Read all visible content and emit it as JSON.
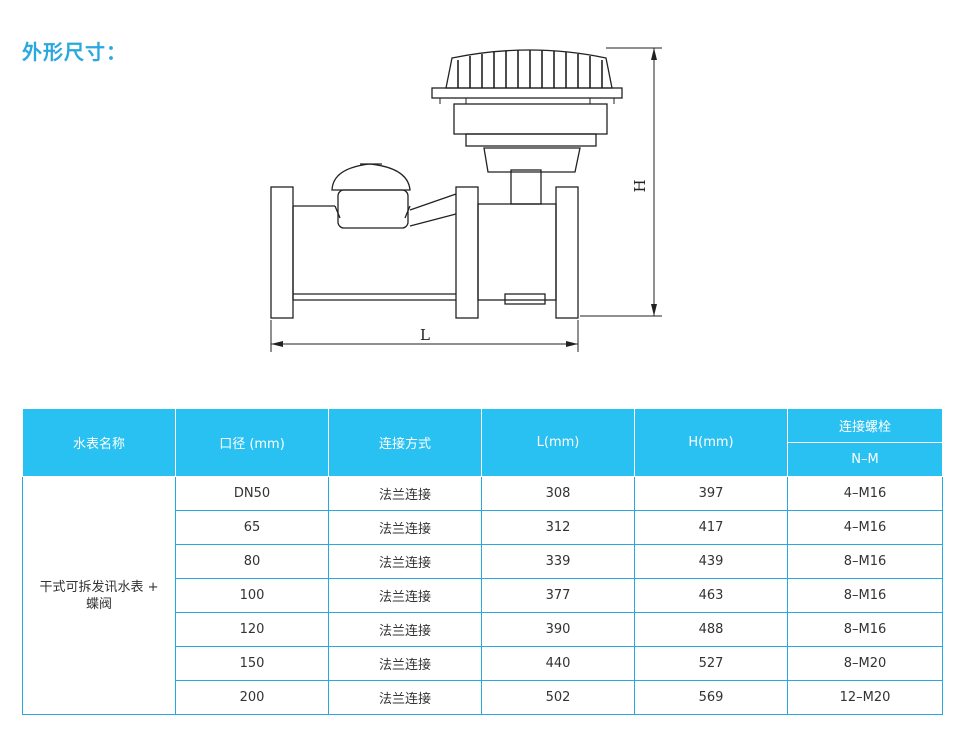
{
  "heading": "外形尺寸：",
  "drawing": {
    "dim_length_label": "L",
    "dim_height_label": "H"
  },
  "table": {
    "headers": {
      "name": "水表名称",
      "diameter": "口径 (mm)",
      "connection": "连接方式",
      "length": "L(mm)",
      "height": "H(mm)",
      "bolt_group": "连接螺栓",
      "bolt_sub": "N–M"
    },
    "product_name_line1": "干式可拆发讯水表 +",
    "product_name_line2": "蝶阀",
    "rows": [
      {
        "diameter": "DN50",
        "connection": "法兰连接",
        "length": "308",
        "height": "397",
        "bolts": "4–M16"
      },
      {
        "diameter": "65",
        "connection": "法兰连接",
        "length": "312",
        "height": "417",
        "bolts": "4–M16"
      },
      {
        "diameter": "80",
        "connection": "法兰连接",
        "length": "339",
        "height": "439",
        "bolts": "8–M16"
      },
      {
        "diameter": "100",
        "connection": "法兰连接",
        "length": "377",
        "height": "463",
        "bolts": "8–M16"
      },
      {
        "diameter": "120",
        "connection": "法兰连接",
        "length": "390",
        "height": "488",
        "bolts": "8–M16"
      },
      {
        "diameter": "150",
        "connection": "法兰连接",
        "length": "440",
        "height": "527",
        "bolts": "8–M20"
      },
      {
        "diameter": "200",
        "connection": "法兰连接",
        "length": "502",
        "height": "569",
        "bolts": "12–M20"
      }
    ]
  }
}
